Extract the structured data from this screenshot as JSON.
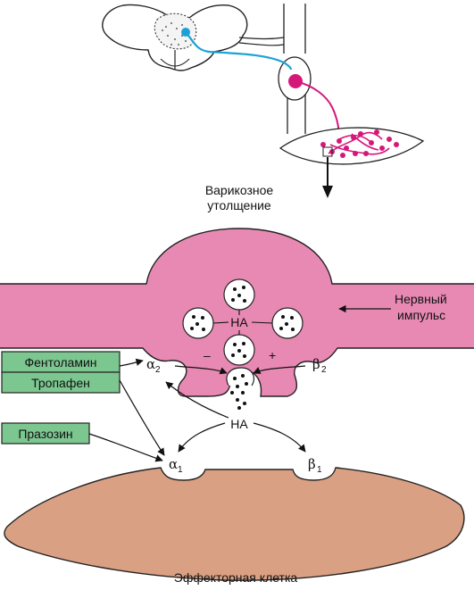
{
  "labels": {
    "varicosity_line1": "Варикозное",
    "varicosity_line2": "утолщение",
    "nerve_impulse_line1": "Нервный",
    "nerve_impulse_line2": "импульс",
    "na_center": "НА",
    "na_released": "НА",
    "minus": "–",
    "plus": "+",
    "effector_cell": "Эффекторная клетка"
  },
  "receptors": {
    "alpha2": {
      "letter": "α",
      "sub": "2"
    },
    "beta2": {
      "letter": "β",
      "sub": "2"
    },
    "alpha1": {
      "letter": "α",
      "sub": "1"
    },
    "beta1": {
      "letter": "β",
      "sub": "1"
    }
  },
  "drugs": [
    "Фентоламин",
    "Тропафен",
    "Празозин"
  ],
  "colors": {
    "varicosity_fill": "#e889b4",
    "effector_fill": "#d9a083",
    "drug_box_fill": "#7cc690",
    "neuron_magenta": "#d6177a",
    "neuron_cyan": "#1aa2d8"
  }
}
